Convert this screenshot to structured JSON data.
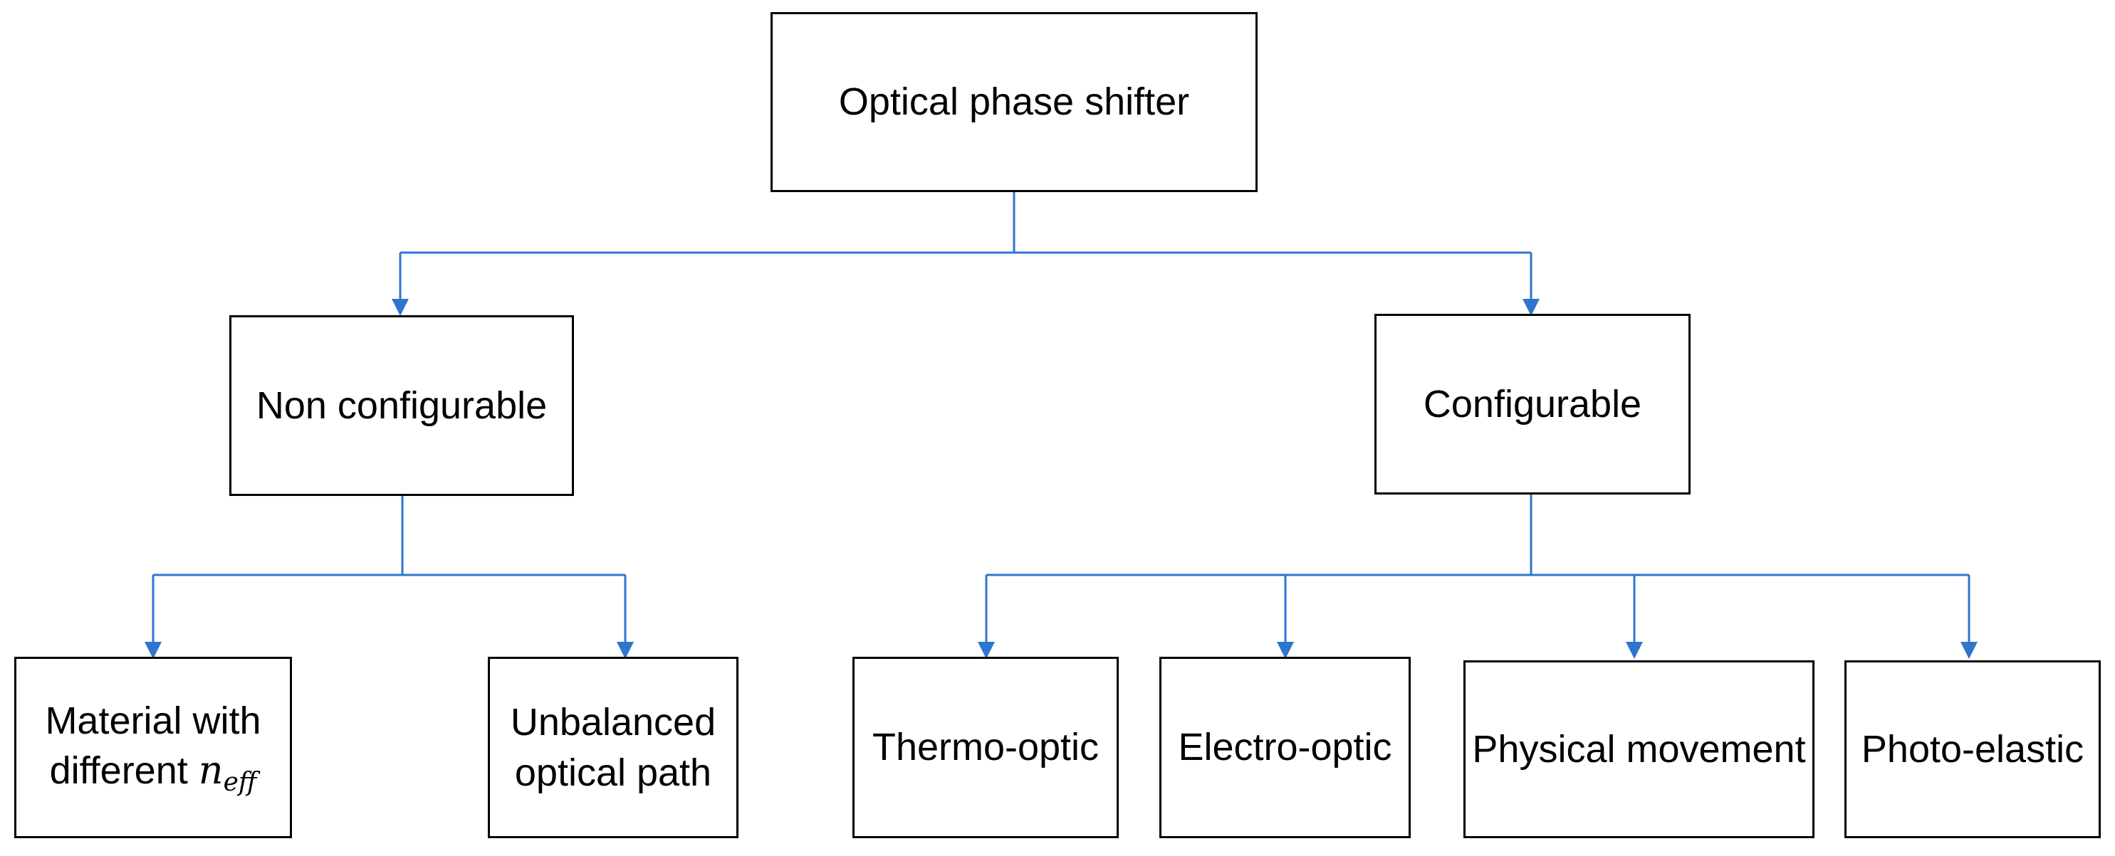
{
  "diagram": {
    "type": "tree",
    "edge_color": "#2E75D0",
    "root": {
      "label": "Optical phase shifter"
    },
    "branches": {
      "non_configurable": {
        "label": "Non configurable",
        "children": [
          {
            "line1": "Material with",
            "line2_prefix": "different",
            "symbol": "n",
            "subscript": "eff"
          },
          {
            "line1": "Unbalanced",
            "line2": "optical path"
          }
        ]
      },
      "configurable": {
        "label": "Configurable",
        "children": [
          {
            "label": "Thermo-optic"
          },
          {
            "label": "Electro-optic"
          },
          {
            "label": "Physical movement"
          },
          {
            "label": "Photo-elastic"
          }
        ]
      }
    }
  }
}
